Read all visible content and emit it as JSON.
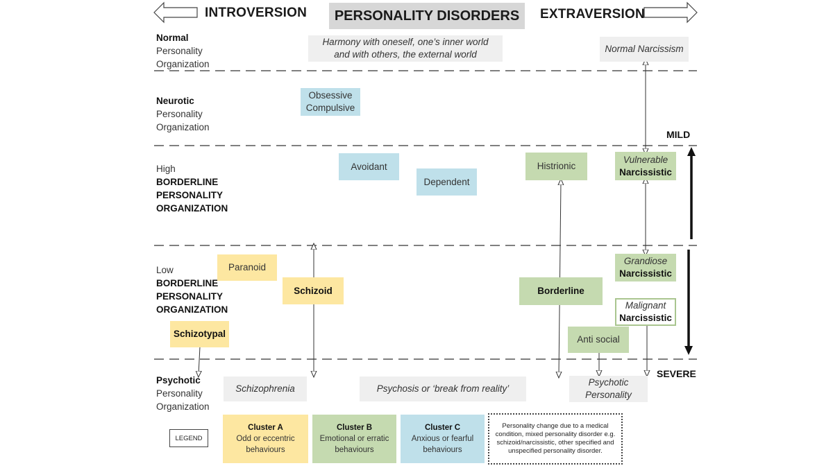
{
  "header": {
    "introversion": "INTROVERSION",
    "title": "PERSONALITY DISORDERS",
    "extraversion": "EXTRAVERSION"
  },
  "levels": {
    "normal": [
      "Normal",
      "Personality",
      "Organization"
    ],
    "neurotic": [
      "Neurotic",
      "Personality",
      "Organization"
    ],
    "high_bpo": [
      "High",
      "BORDERLINE",
      "PERSONALITY",
      "ORGANIZATION"
    ],
    "low_bpo": [
      "Low",
      "BORDERLINE",
      "PERSONALITY",
      "ORGANIZATION"
    ],
    "psychotic": [
      "Psychotic",
      "Personality",
      "Organization"
    ]
  },
  "severity": {
    "mild": "MILD",
    "severe": "SEVERE"
  },
  "boxes": {
    "harmony": [
      "Harmony with oneself, one’s inner world",
      "and with others, the external world"
    ],
    "normal_narcissism": "Normal Narcissism",
    "obsessive": [
      "Obsessive",
      "Compulsive"
    ],
    "avoidant": "Avoidant",
    "dependent": "Dependent",
    "histrionic": "Histrionic",
    "vulnerable": [
      "Vulnerable",
      "Narcissistic"
    ],
    "paranoid": "Paranoid",
    "schizoid": "Schizoid",
    "borderline": "Borderline",
    "grandiose": [
      "Grandiose",
      "Narcissistic"
    ],
    "malignant": [
      "Malignant",
      "Narcissistic"
    ],
    "schizotypal": "Schizotypal",
    "antisocial": "Anti social",
    "schizophrenia": "Schizophrenia",
    "psychosis": "Psychosis or ‘break from reality’",
    "psychotic_personality": [
      "Psychotic",
      "Personality"
    ]
  },
  "legend": {
    "label": "LEGEND",
    "cluster_a": {
      "title": "Cluster A",
      "desc": [
        "Odd or eccentric",
        "behaviours"
      ]
    },
    "cluster_b": {
      "title": "Cluster B",
      "desc": [
        "Emotional or erratic",
        "behaviours"
      ]
    },
    "cluster_c": {
      "title": "Cluster C",
      "desc": [
        "Anxious or fearful",
        "behaviours"
      ]
    },
    "other": "Personality change due to a medical condition, mixed personality disorder e.g. schizoid/narcissistic, other specified and unspecified personality disorder."
  },
  "colors": {
    "cluster_a": "#fde7a1",
    "cluster_b": "#c5dab0",
    "cluster_c": "#bfe0ea",
    "neutral": "#efefef"
  }
}
